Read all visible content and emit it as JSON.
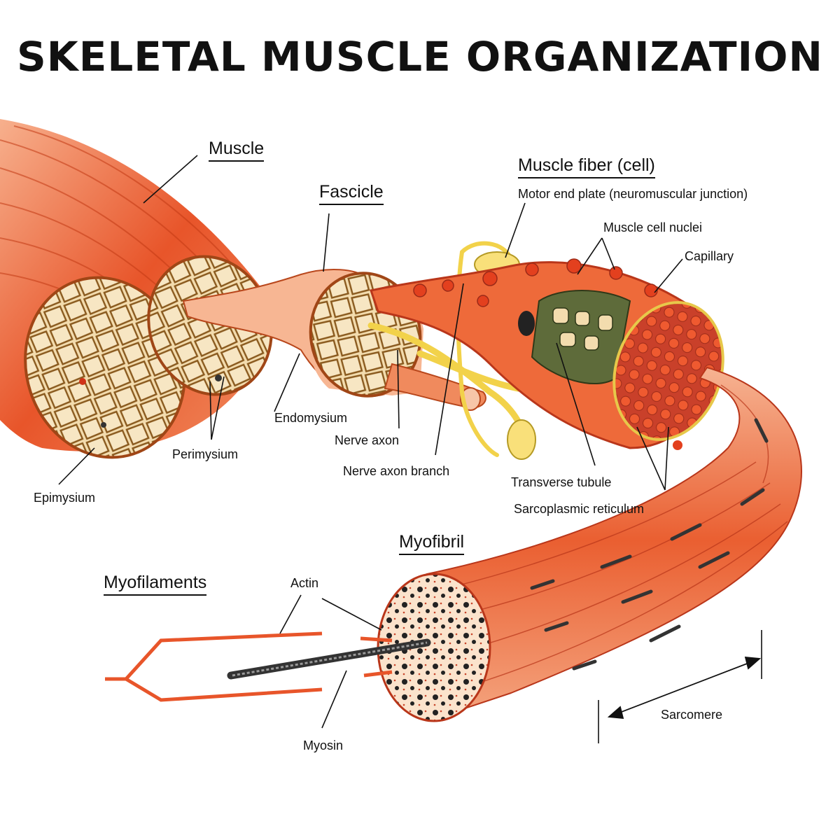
{
  "title": "SKELETAL MUSCLE ORGANIZATION",
  "labels": {
    "muscle": "Muscle",
    "fascicle": "Fascicle",
    "muscle_fiber": "Muscle fiber (cell)",
    "motor_end_plate": "Motor end plate (neuromuscular junction)",
    "muscle_cell_nuclei": "Muscle cell nuclei",
    "capillary": "Capillary",
    "endomysium": "Endomysium",
    "nerve_axon": "Nerve axon",
    "nerve_axon_branch": "Nerve axon branch",
    "perimysium": "Perimysium",
    "epimysium": "Epimysium",
    "transverse_tubule": "Transverse tubule",
    "sarcoplasmic_reticulum": "Sarcoplasmic reticulum",
    "myofibril": "Myofibril",
    "myofilaments": "Myofilaments",
    "actin": "Actin",
    "myosin": "Myosin",
    "sarcomere": "Sarcomere"
  },
  "colors": {
    "muscle": "#e8552a",
    "muscle_light": "#f4a27c",
    "tissue_tan": "#f1d6a6",
    "cell_outline": "#8a5a1e",
    "nerve": "#f2d24a",
    "sarcoplasmic": "#5e6b3a",
    "myosin": "#333333"
  }
}
